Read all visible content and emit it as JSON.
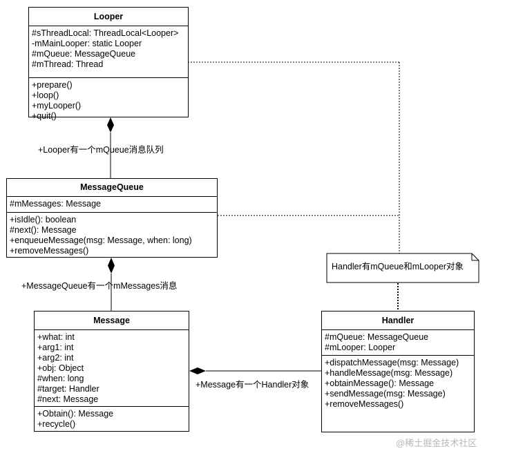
{
  "classes": {
    "looper": {
      "name": "Looper",
      "attributes": [
        "#sThreadLocal: ThreadLocal<Looper>",
        "-mMainLooper: static Looper",
        "#mQueue: MessageQueue",
        "#mThread: Thread"
      ],
      "operations": [
        "+prepare()",
        "+loop()",
        "+myLooper()",
        "+quit()"
      ]
    },
    "message_queue": {
      "name": "MessageQueue",
      "attributes": [
        "#mMessages: Message"
      ],
      "operations": [
        "+isIdle(): boolean",
        "#next(): Message",
        "+enqueueMessage(msg: Message, when: long)",
        "+removeMessages()"
      ]
    },
    "message": {
      "name": "Message",
      "attributes": [
        "+what: int",
        "+arg1: int",
        "+arg2: int",
        "+obj: Object",
        "#when: long",
        "#target: Handler",
        "#next: Message"
      ],
      "operations": [
        "+Obtain(): Message",
        "+recycle()"
      ]
    },
    "handler": {
      "name": "Handler",
      "attributes": [
        "#mQueue: MessageQueue",
        "#mLooper: Looper"
      ],
      "operations": [
        "+dispatchMessage(msg: Message)",
        "+handleMessage(msg: Message)",
        "+obtainMessage(): Message",
        "+sendMessage(msg: Message)",
        "+removeMessages()"
      ]
    }
  },
  "relations": {
    "looper_queue": "+Looper有一个mQueue消息队列",
    "queue_message": "+MessageQueue有一个mMessages消息",
    "handler_message": "+Message有一个Handler对象"
  },
  "note": "Handler有mQueue和mLooper对象",
  "watermark": "@稀土掘金技术社区"
}
